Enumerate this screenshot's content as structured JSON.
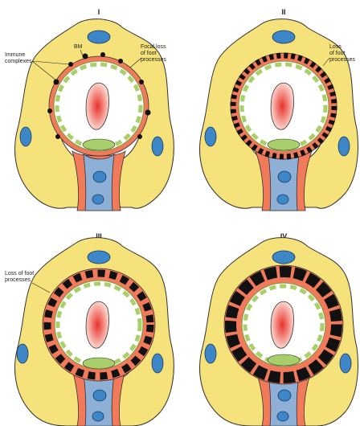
{
  "panels": [
    {
      "stage": "I",
      "labels": [
        {
          "id": "bm",
          "lines": [
            "BM"
          ]
        },
        {
          "id": "immune",
          "lines": [
            "Immune",
            "complexes"
          ]
        },
        {
          "id": "focal",
          "lines": [
            "Focal loss",
            "of foot",
            "processes"
          ]
        }
      ]
    },
    {
      "stage": "II",
      "labels": [
        {
          "id": "loss2",
          "lines": [
            "Loss",
            "of foot",
            "processes"
          ]
        }
      ]
    },
    {
      "stage": "III",
      "labels": [
        {
          "id": "loss3",
          "lines": [
            "Loss of foot",
            "processes"
          ]
        }
      ]
    },
    {
      "stage": "IV",
      "labels": []
    }
  ],
  "colors": {
    "podocyte": "#f6e27a",
    "mesangium": "#f07a5a",
    "endothelium": "#8fb0d6",
    "foot_process": "#a9cf6a",
    "nucleus": "#3d86c8",
    "deposit": "#111111",
    "rbc": "#e8322b"
  }
}
